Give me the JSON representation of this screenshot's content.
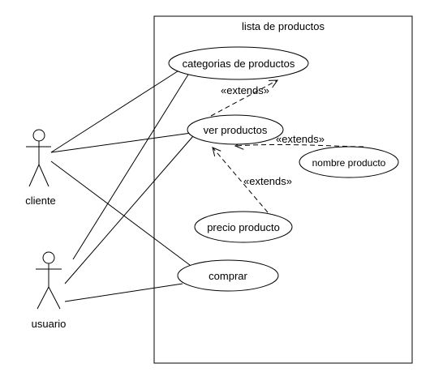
{
  "system": {
    "title": "lista  de productos"
  },
  "actors": [
    {
      "id": "cliente",
      "label": "cliente"
    },
    {
      "id": "usuario",
      "label": "usuario"
    }
  ],
  "use_cases": [
    {
      "id": "categorias",
      "label": "categorias de productos"
    },
    {
      "id": "ver",
      "label": "ver productos"
    },
    {
      "id": "nombre",
      "label": "nombre producto"
    },
    {
      "id": "precio",
      "label": "precio producto"
    },
    {
      "id": "comprar",
      "label": "comprar"
    }
  ],
  "relations": {
    "extends_label": "«extends»"
  },
  "colors": {
    "stroke": "#000000",
    "background": "#ffffff"
  }
}
